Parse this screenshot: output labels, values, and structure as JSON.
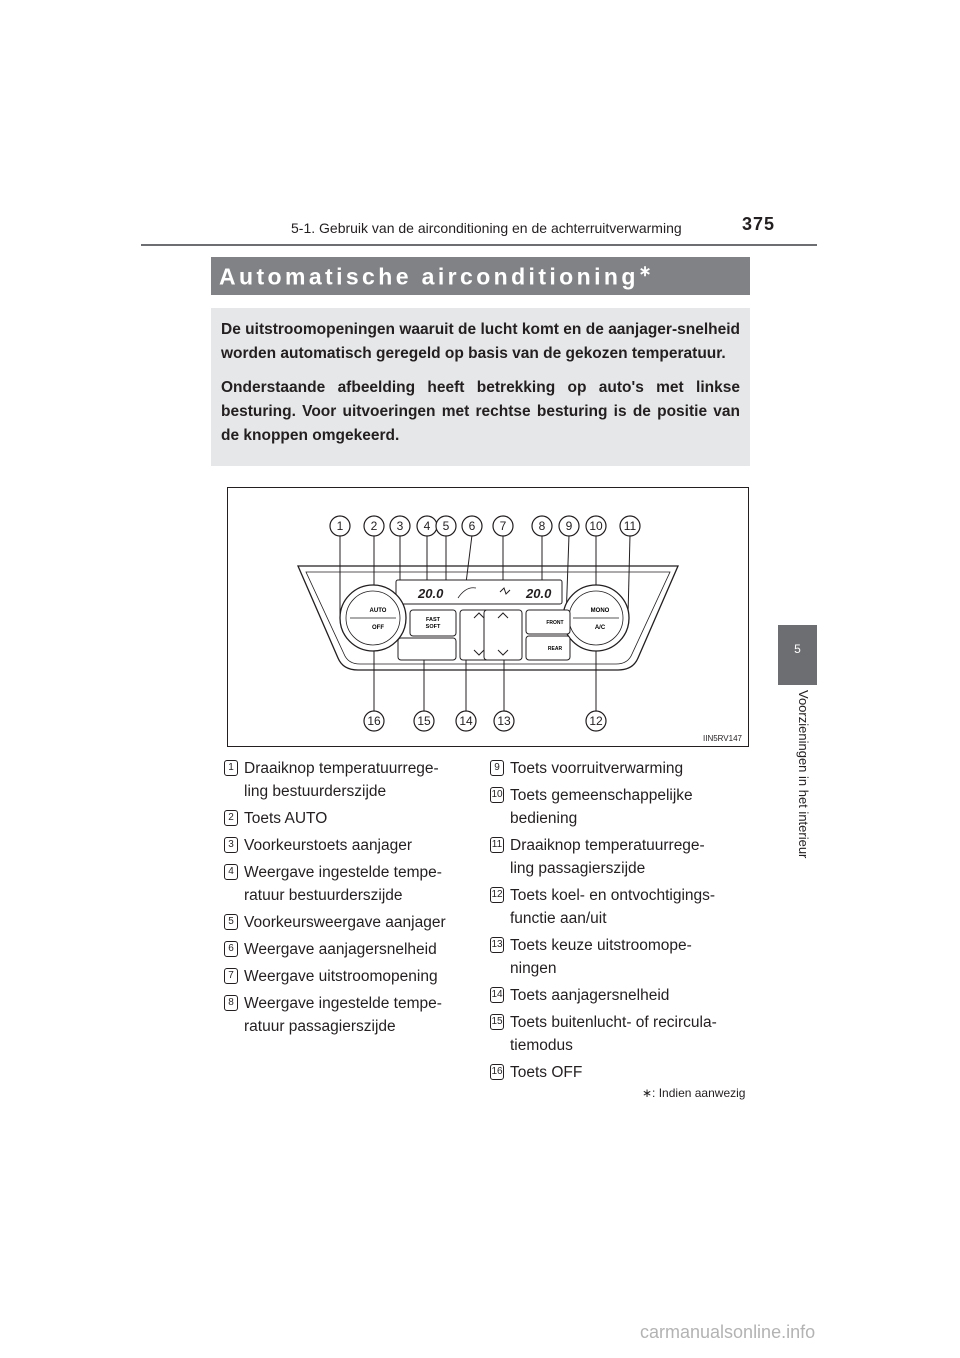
{
  "header": {
    "section_title": "5-1. Gebruik van de airconditioning en de achterruitverwarming",
    "page_number": "375"
  },
  "side_tab": {
    "chapter_number": "5",
    "chapter_title": "Voorzieningen in het interieur"
  },
  "section": {
    "title": "Automatische airconditioning",
    "title_mark": "∗"
  },
  "intro": {
    "paragraphs": [
      "De uitstroomopeningen waaruit de lucht komt en de aanjager-snelheid worden automatisch geregeld op basis van de gekozen temperatuur.",
      "Onderstaande afbeelding heeft betrekking op auto's met linkse besturing. Voor uitvoeringen met rechtse besturing is de positie van de knoppen omgekeerd."
    ]
  },
  "figure": {
    "code": "IIN5RV147",
    "callouts_top": [
      "1",
      "2",
      "3",
      "4",
      "5",
      "6",
      "7",
      "8",
      "9",
      "10",
      "11"
    ],
    "callouts_bottom": [
      "16",
      "15",
      "14",
      "13",
      "12"
    ],
    "panel_labels": {
      "temp_left": "20.0",
      "temp_right": "20.0",
      "auto": "AUTO",
      "off": "OFF",
      "fast": "FAST",
      "soft": "SOFT",
      "front": "FRONT",
      "rear": "REAR",
      "mono": "MONO",
      "ac": "A/C"
    }
  },
  "legend": {
    "left": [
      {
        "num": "1",
        "lines": [
          "Draaiknop temperatuurrege-",
          "ling bestuurderszijde"
        ]
      },
      {
        "num": "2",
        "lines": [
          "Toets AUTO"
        ]
      },
      {
        "num": "3",
        "lines": [
          "Voorkeurstoets aanjager"
        ]
      },
      {
        "num": "4",
        "lines": [
          "Weergave ingestelde tempe-",
          "ratuur bestuurderszijde"
        ]
      },
      {
        "num": "5",
        "lines": [
          "Voorkeursweergave aanjager"
        ]
      },
      {
        "num": "6",
        "lines": [
          "Weergave aanjagersnelheid"
        ]
      },
      {
        "num": "7",
        "lines": [
          "Weergave uitstroomopening"
        ]
      },
      {
        "num": "8",
        "lines": [
          "Weergave ingestelde tempe-",
          "ratuur passagierszijde"
        ]
      }
    ],
    "right": [
      {
        "num": "9",
        "lines": [
          "Toets voorruitverwarming"
        ]
      },
      {
        "num": "10",
        "lines": [
          "Toets gemeenschappelijke",
          "bediening"
        ]
      },
      {
        "num": "11",
        "lines": [
          "Draaiknop temperatuurrege-",
          "ling passagierszijde"
        ]
      },
      {
        "num": "12",
        "lines": [
          "Toets koel- en ontvochtigings-",
          "functie aan/uit"
        ]
      },
      {
        "num": "13",
        "lines": [
          "Toets keuze uitstroomope-",
          "ningen"
        ]
      },
      {
        "num": "14",
        "lines": [
          "Toets aanjagersnelheid"
        ]
      },
      {
        "num": "15",
        "lines": [
          "Toets buitenlucht- of recircula-",
          "tiemodus"
        ]
      },
      {
        "num": "16",
        "lines": [
          "Toets OFF"
        ]
      }
    ]
  },
  "footnote": "∗: Indien aanwezig",
  "watermark": "carmanualsonline.info"
}
